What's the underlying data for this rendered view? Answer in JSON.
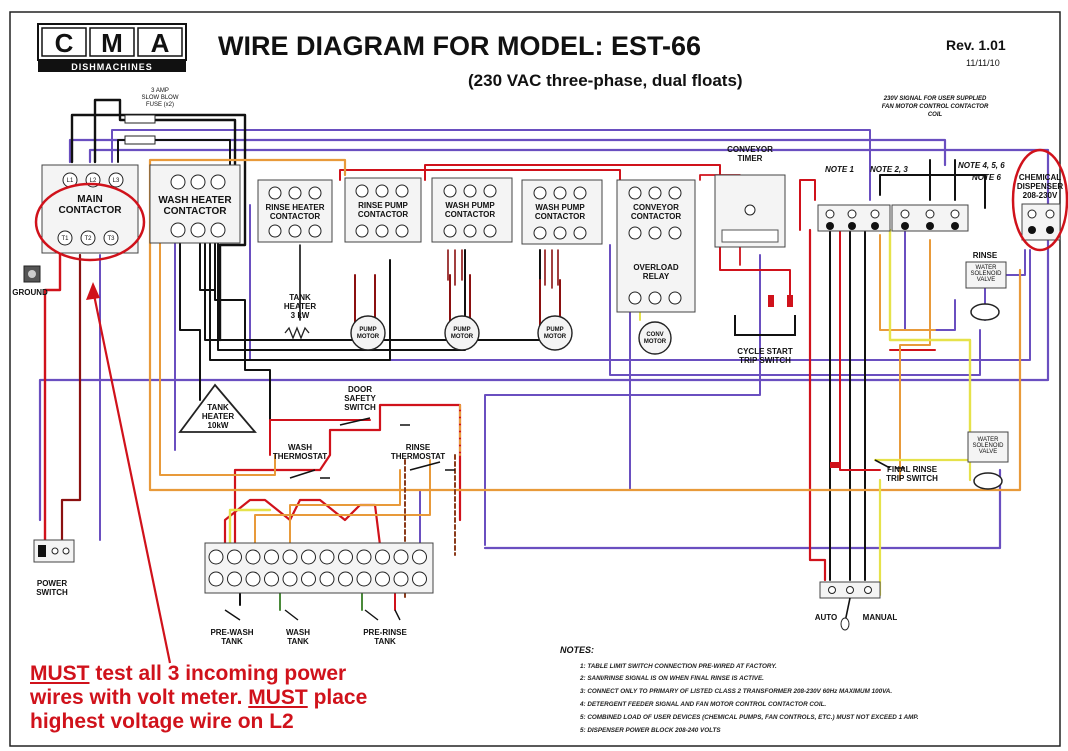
{
  "header": {
    "logo_letters": [
      "C",
      "M",
      "A"
    ],
    "logo_sub": "DISHMACHINES",
    "title": "WIRE DIAGRAM FOR MODEL: EST-66",
    "subtitle": "(230 VAC three-phase, dual floats)",
    "rev": "Rev. 1.01",
    "date": "11/11/10"
  },
  "labels": {
    "fuse": "3 AMP\nSLOW BLOW\nFUSE (x2)",
    "main_contactor": "MAIN\nCONTACTOR",
    "wash_heater_contactor": "WASH HEATER\nCONTACTOR",
    "rinse_heater_contactor": "RINSE HEATER\nCONTACTOR",
    "rinse_pump_contactor": "RINSE PUMP\nCONTACTOR",
    "wash_pump_contactor": "WASH PUMP\nCONTACTOR",
    "wash_pump_contactor2": "WASH PUMP\nCONTACTOR",
    "conveyor_contactor": "CONVEYOR\nCONTACTOR",
    "overload_relay": "OVERLOAD\nRELAY",
    "conveyor_timer": "CONVEYOR\nTIMER",
    "note1": "NOTE 1",
    "note23": "NOTE 2, 3",
    "note456": "NOTE 4, 5, 6",
    "note6": "NOTE 6",
    "signal_note": "230V SIGNAL FOR USER SUPPLIED\nFAN MOTOR CONTROL CONTACTOR\nCOIL",
    "chemical_dispenser": "CHEMICAL\nDISPENSER\n208-230V",
    "rinse": "RINSE",
    "water_solenoid_valve": "WATER\nSOLENOID\nVALVE",
    "ground": "GROUND",
    "tank_heater_3kw": "TANK\nHEATER\n3 kW",
    "tank_heater_10kw": "TANK\nHEATER\n10kW",
    "pump_motor": "PUMP\nMOTOR",
    "conv_motor": "CONV\nMOTOR",
    "cycle_start": "CYCLE START\nTRIP SWITCH",
    "door_safety": "DOOR\nSAFETY\nSWITCH",
    "wash_thermostat": "WASH\nTHERMOSTAT",
    "rinse_thermostat": "RINSE\nTHERMOSTAT",
    "final_rinse": "FINAL RINSE\nTRIP SWITCH",
    "power_switch": "POWER\nSWITCH",
    "pre_wash_tank": "PRE-WASH\nTANK",
    "wash_tank": "WASH\nTANK",
    "pre_rinse_tank": "PRE-RINSE\nTANK",
    "auto": "AUTO",
    "manual": "MANUAL",
    "main_terms_top": [
      "L1",
      "L2",
      "L3"
    ],
    "main_terms_bot": [
      "T1",
      "T2",
      "T3"
    ]
  },
  "notes": {
    "heading": "NOTES:",
    "items": [
      "1:  TABLE LIMIT SWITCH CONNECTION PRE-WIRED AT FACTORY.",
      "2:  SANI/RINSE  SIGNAL  IS ON WHEN FINAL RINSE IS ACTIVE.",
      "3:  CONNECT ONLY TO PRIMARY OF LISTED CLASS 2 TRANSFORMER 208-230V 60Hz MAXIMUM 100VA.",
      "4:  DETERGENT FEEDER  SIGNAL AND FAN MOTOR CONTROL CONTACTOR COIL.",
      "5:  COMBINED LOAD OF USER DEVICES (CHEMICAL PUMPS, FAN CONTROLS, ETC.) MUST NOT EXCEED 1 AMP.",
      "5:  DISPENSER POWER BLOCK 208-240 VOLTS"
    ]
  },
  "callout": {
    "must1": "MUST",
    "line1": " test all 3 incoming power",
    "line2a": "wires with volt meter. ",
    "must2": "MUST",
    "line2b": " place",
    "line3": "highest voltage wire on L2"
  },
  "colors": {
    "red": "#d0121b",
    "black": "#111111",
    "purple": "#6a4fc0",
    "orange": "#e89a3a",
    "yellow": "#e6e24a",
    "brown": "#8a3a1a",
    "darkred": "#8b1010",
    "green": "#4a8a3a"
  }
}
